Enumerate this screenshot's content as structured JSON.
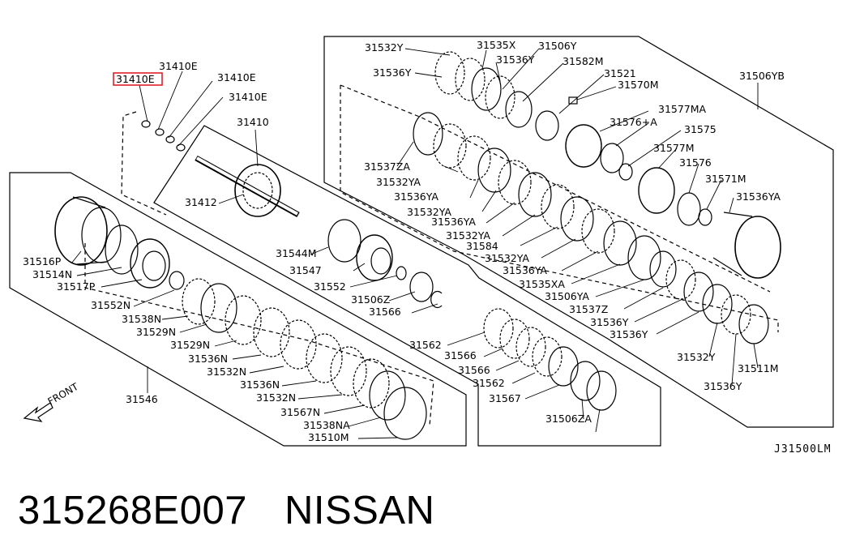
{
  "diagram": {
    "highlighted_part": "31410E",
    "highlight_color": "#e0202a",
    "reference_code": "J31500LM",
    "direction_label": "FRONT",
    "labels": [
      "31410E",
      "31410E",
      "31410E",
      "31410E",
      "31410",
      "31412",
      "31532Y",
      "31536Y",
      "31535X",
      "31536Y",
      "31506Y",
      "31582M",
      "31521",
      "31570M",
      "31506YB",
      "31537ZA",
      "31532YA",
      "31536YA",
      "31532YA",
      "31536YA",
      "31532YA",
      "31584",
      "31577MA",
      "31576+A",
      "31575",
      "31577M",
      "31576",
      "31571M",
      "31536YA",
      "31532YA",
      "31536YA",
      "31535XA",
      "31506YA",
      "31537Z",
      "31536Y",
      "31536Y",
      "31532Y",
      "31536Y",
      "31511M",
      "31516P",
      "31514N",
      "31517P",
      "31552N",
      "31538N",
      "31529N",
      "31529N",
      "31536N",
      "31532N",
      "31536N",
      "31532N",
      "31567N",
      "31538NA",
      "31510M",
      "31546",
      "31544M",
      "31547",
      "31552",
      "31506Z",
      "31566",
      "31562",
      "31566",
      "31566",
      "31562",
      "31567",
      "31506ZA"
    ]
  },
  "caption": {
    "part_number": "315268E007",
    "brand": "NISSAN"
  }
}
